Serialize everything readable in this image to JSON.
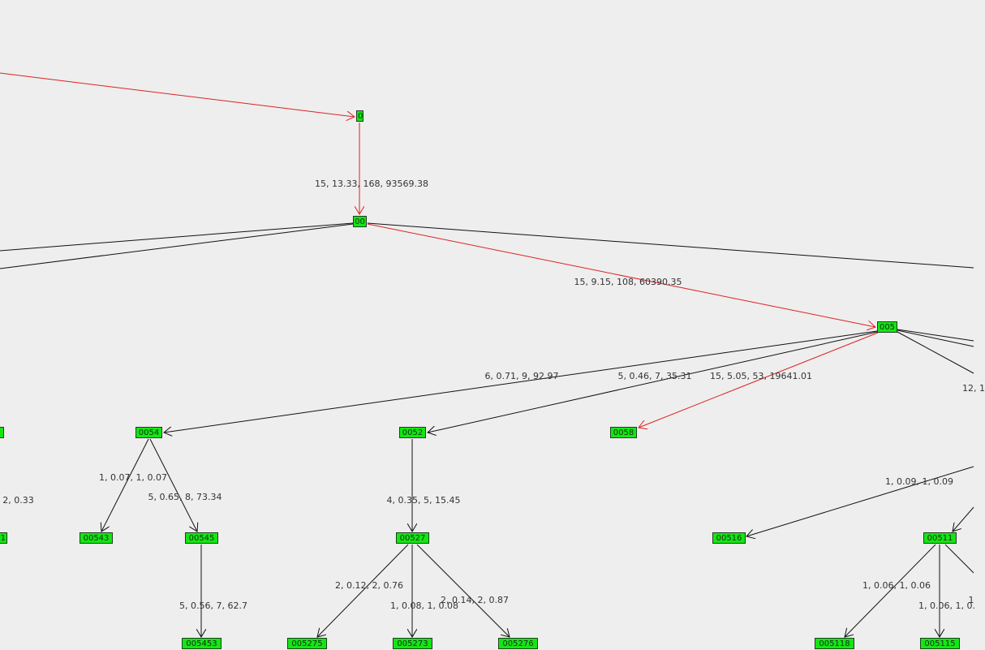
{
  "colors": {
    "background": "#eeeeee",
    "node_fill": "#14e614",
    "edge": "#111111",
    "highlight_edge": "#dd2222"
  },
  "nodes": {
    "n0": "0",
    "n00": "00",
    "n005": "005",
    "n0054": "0054",
    "n0052": "0052",
    "n0058": "0058",
    "n00543": "00543",
    "n00545": "00545",
    "n005453": "005453",
    "n00527": "00527",
    "n005275": "005275",
    "n005273": "005273",
    "n005276": "005276",
    "n00516": "00516",
    "n00511": "00511",
    "n005118": "005118",
    "n005115": "005115",
    "left_edge_node_a": "",
    "left_edge_node_b": "1"
  },
  "edge_labels": {
    "e_0_00": "15, 13.33, 168, 93569.38",
    "e_00_005": "15, 9.15, 108, 60390.35",
    "e_005_0054": "6, 0.71, 9, 92.97",
    "e_005_0052": "5, 0.46, 7, 35.31",
    "e_005_0058": "15, 5.05, 53, 19641.01",
    "e_005_right": "12, 1",
    "e_0054_00543": "1, 0.07, 1, 0.07",
    "e_0054_00545": "5, 0.65, 8, 73.34",
    "e_00545_005453": "5, 0.56, 7, 62.7",
    "e_0052_00527": "4, 0.35, 5, 15.45",
    "e_00527_005275": "2, 0.12, 2, 0.76",
    "e_00527_005273": "1, 0.08, 1, 0.08",
    "e_00527_005276": "2, 0.14, 2, 0.87",
    "e_right_00516": "1, 0.09, 1, 0.09",
    "e_00511_005118": "1, 0.06, 1, 0.06",
    "e_00511_005115": "1, 0.06, 1, 0.",
    "e_00511_right": "1",
    "e_left_cut": ", 2, 0.33"
  }
}
